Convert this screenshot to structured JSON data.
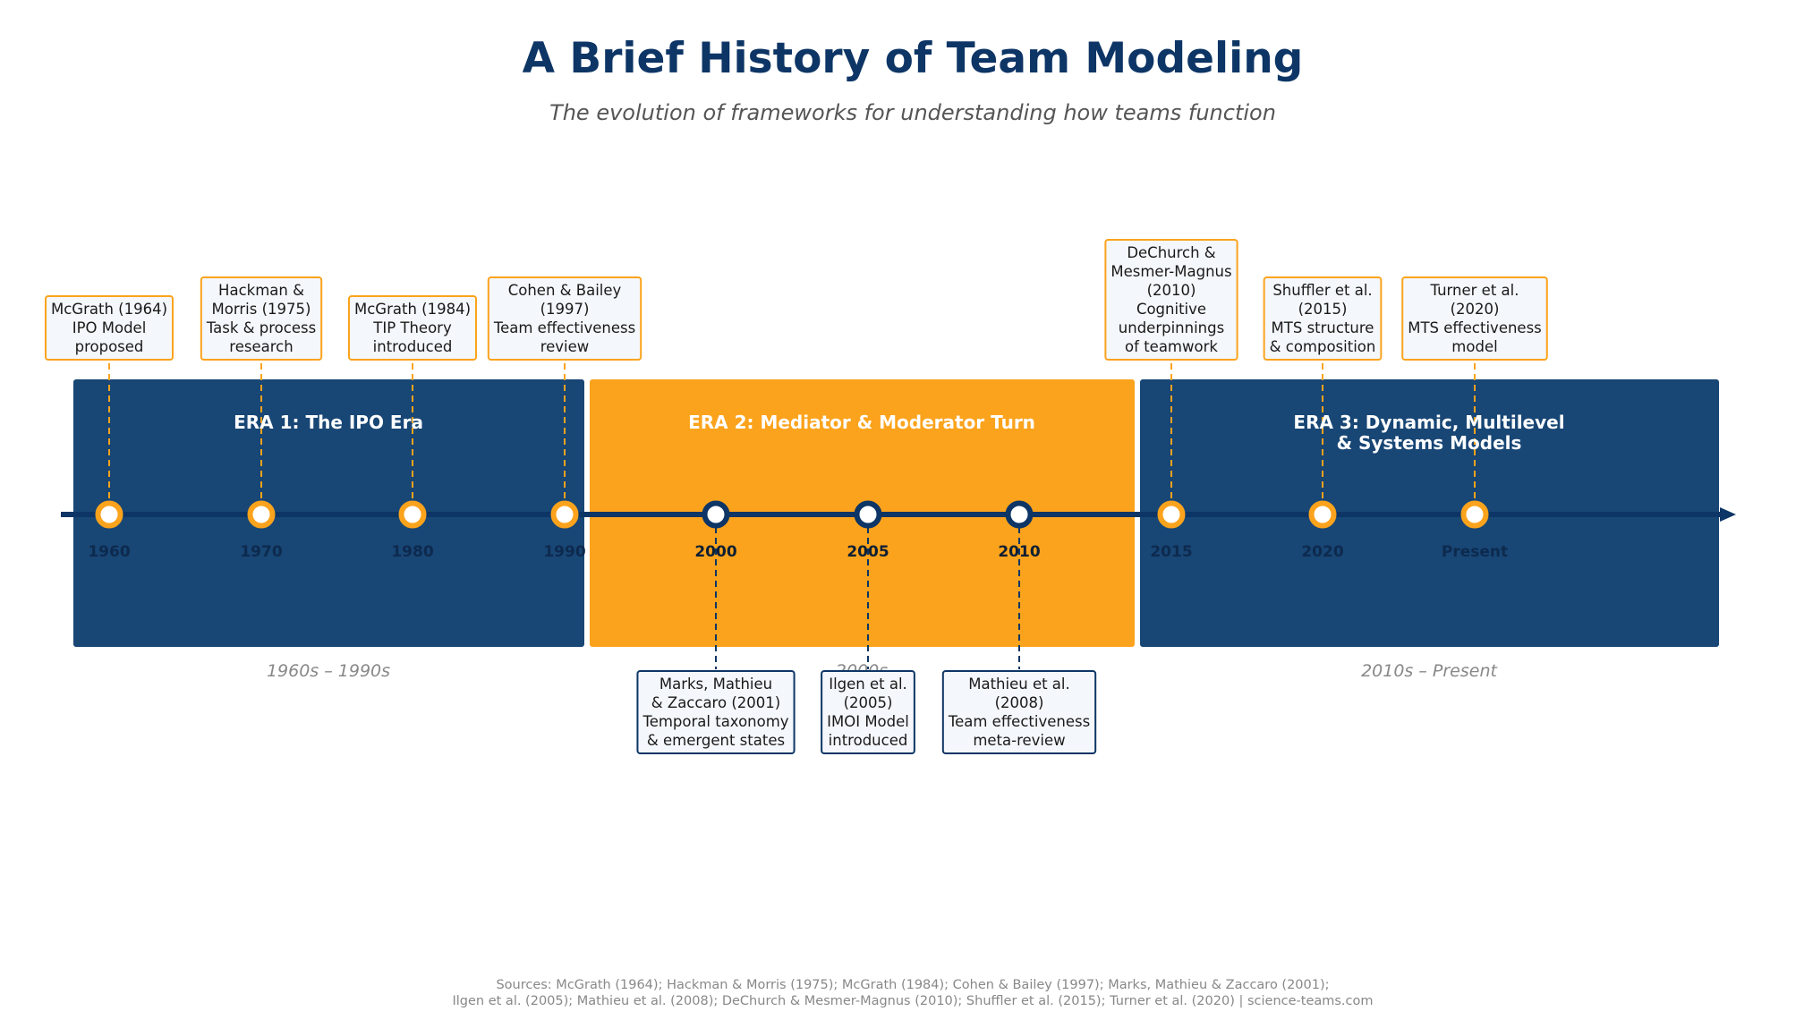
{
  "title": "A Brief History of Team Modeling",
  "subtitle": "The evolution of frameworks for understanding how teams function",
  "colors": {
    "navy": "#184675",
    "dark_navy": "#0d3565",
    "orange": "#fba31c",
    "box_fill": "#f4f7fb"
  },
  "eras": [
    {
      "label": [
        "ERA 1: The IPO Era"
      ],
      "period": "1960s – 1990s",
      "color": "#184675"
    },
    {
      "label": [
        "ERA 2: Mediator & Moderator Turn"
      ],
      "period": "2000s",
      "color": "#fba31c"
    },
    {
      "label": [
        "ERA 3: Dynamic, Multilevel",
        "& Systems Models"
      ],
      "period": "2010s – Present",
      "color": "#184675"
    }
  ],
  "milestones": [
    {
      "tick": "1960",
      "era": 1,
      "above": true,
      "note": [
        "McGrath (1964)",
        "IPO Model",
        "proposed"
      ]
    },
    {
      "tick": "1970",
      "era": 1,
      "above": true,
      "note": [
        "Hackman &",
        "Morris (1975)",
        "Task & process",
        "research"
      ]
    },
    {
      "tick": "1980",
      "era": 1,
      "above": true,
      "note": [
        "McGrath (1984)",
        "TIP Theory",
        "introduced"
      ]
    },
    {
      "tick": "1990",
      "era": 1,
      "above": true,
      "note": [
        "Cohen & Bailey",
        "(1997)",
        "Team effectiveness",
        "review"
      ]
    },
    {
      "tick": "2000",
      "era": 2,
      "above": false,
      "note": [
        "Marks, Mathieu",
        "& Zaccaro (2001)",
        "Temporal taxonomy",
        "& emergent states"
      ]
    },
    {
      "tick": "2005",
      "era": 2,
      "above": false,
      "note": [
        "Ilgen et al.",
        "(2005)",
        "IMOI Model",
        "introduced"
      ]
    },
    {
      "tick": "2010",
      "era": 2,
      "above": false,
      "note": [
        "Mathieu et al.",
        "(2008)",
        "Team effectiveness",
        "meta-review"
      ]
    },
    {
      "tick": "2015",
      "era": 3,
      "above": true,
      "note": [
        "DeChurch &",
        "Mesmer-Magnus",
        "(2010)",
        "Cognitive",
        "underpinnings",
        "of teamwork"
      ]
    },
    {
      "tick": "2020",
      "era": 3,
      "above": true,
      "note": [
        "Shuffler et al.",
        "(2015)",
        "MTS structure",
        "& composition"
      ]
    },
    {
      "tick": "Present",
      "era": 3,
      "above": true,
      "note": [
        "Turner et al.",
        "(2020)",
        "MTS effectiveness",
        "model"
      ]
    }
  ],
  "footer": {
    "line1": "Sources: McGrath (1964); Hackman & Morris (1975); McGrath (1984); Cohen & Bailey (1997); Marks, Mathieu & Zaccaro (2001);",
    "line2": "Ilgen et al. (2005); Mathieu et al. (2008); DeChurch & Mesmer-Magnus (2010); Shuffler et al. (2015); Turner et al. (2020)  |  science-teams.com"
  }
}
